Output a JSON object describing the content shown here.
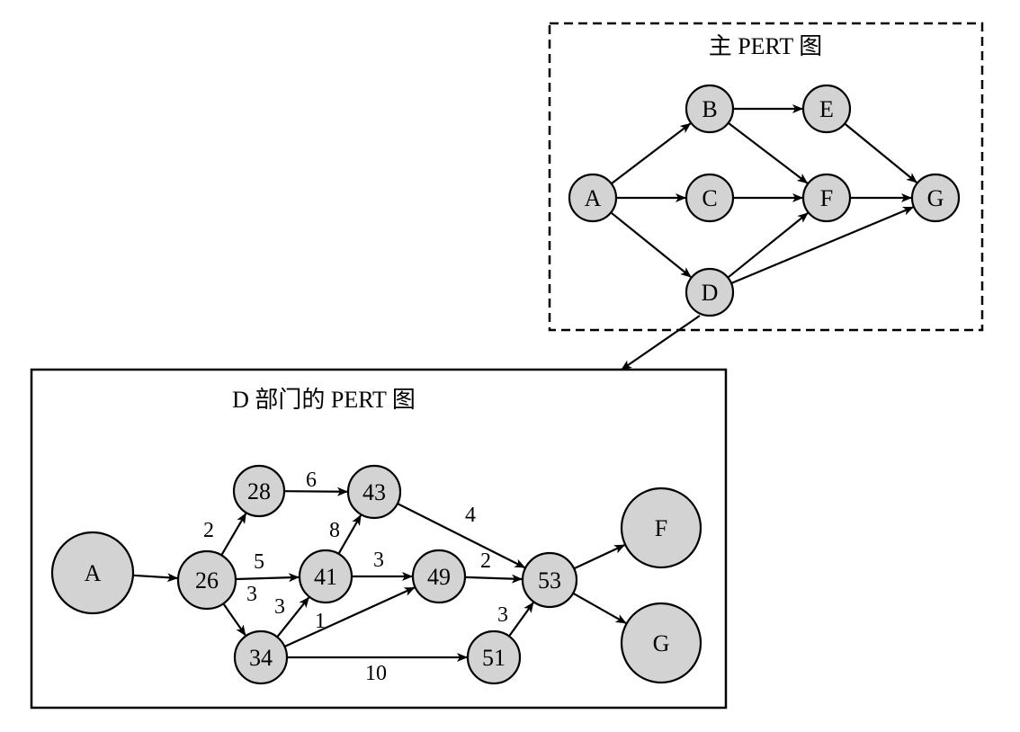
{
  "main_chart": {
    "title": "主 PERT 图",
    "nodes": [
      {
        "id": "A",
        "label": "A"
      },
      {
        "id": "B",
        "label": "B"
      },
      {
        "id": "C",
        "label": "C"
      },
      {
        "id": "D",
        "label": "D"
      },
      {
        "id": "E",
        "label": "E"
      },
      {
        "id": "F",
        "label": "F"
      },
      {
        "id": "G",
        "label": "G"
      }
    ],
    "edges": [
      {
        "from": "A",
        "to": "B"
      },
      {
        "from": "A",
        "to": "C"
      },
      {
        "from": "A",
        "to": "D"
      },
      {
        "from": "B",
        "to": "E"
      },
      {
        "from": "B",
        "to": "F"
      },
      {
        "from": "C",
        "to": "F"
      },
      {
        "from": "D",
        "to": "F"
      },
      {
        "from": "D",
        "to": "G"
      },
      {
        "from": "E",
        "to": "G"
      },
      {
        "from": "F",
        "to": "G"
      }
    ]
  },
  "d_chart": {
    "title": "D 部门的 PERT 图",
    "nodes": [
      {
        "id": "A",
        "label": "A"
      },
      {
        "id": "26",
        "label": "26"
      },
      {
        "id": "28",
        "label": "28"
      },
      {
        "id": "34",
        "label": "34"
      },
      {
        "id": "41",
        "label": "41"
      },
      {
        "id": "43",
        "label": "43"
      },
      {
        "id": "49",
        "label": "49"
      },
      {
        "id": "51",
        "label": "51"
      },
      {
        "id": "53",
        "label": "53"
      },
      {
        "id": "F",
        "label": "F"
      },
      {
        "id": "G",
        "label": "G"
      }
    ],
    "edges": [
      {
        "from": "A",
        "to": "26",
        "weight": ""
      },
      {
        "from": "26",
        "to": "28",
        "weight": "2"
      },
      {
        "from": "26",
        "to": "41",
        "weight": "5"
      },
      {
        "from": "26",
        "to": "34",
        "weight": "3"
      },
      {
        "from": "28",
        "to": "43",
        "weight": "6"
      },
      {
        "from": "34",
        "to": "41",
        "weight": "3"
      },
      {
        "from": "34",
        "to": "49",
        "weight": "1"
      },
      {
        "from": "34",
        "to": "51",
        "weight": "10"
      },
      {
        "from": "41",
        "to": "43",
        "weight": "8"
      },
      {
        "from": "41",
        "to": "49",
        "weight": "3"
      },
      {
        "from": "43",
        "to": "53",
        "weight": "4"
      },
      {
        "from": "49",
        "to": "53",
        "weight": "2"
      },
      {
        "from": "51",
        "to": "53",
        "weight": "3"
      },
      {
        "from": "53",
        "to": "F",
        "weight": ""
      },
      {
        "from": "53",
        "to": "G",
        "weight": ""
      }
    ]
  }
}
